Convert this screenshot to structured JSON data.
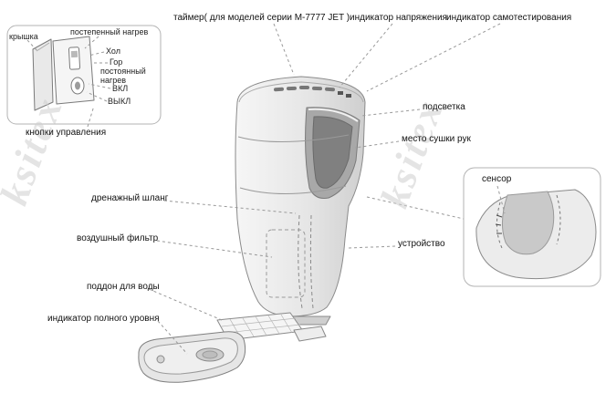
{
  "watermark": "ksitex",
  "labels": {
    "timer": "таймер( для моделей серии M-7777 JET )",
    "voltage": "индикатор напряжения",
    "self_test": "индикатор самотестирования",
    "backlight": "подсветка",
    "drying_area": "место сушки рук",
    "sensor": "сенсор",
    "device": "устройство",
    "drain_hose": "дренажный шланг",
    "air_filter": "воздушный фильтр",
    "water_tray": "поддон для воды",
    "full_level": "индикатор полного уровня",
    "control_buttons": "кнопки управления",
    "cover": "крышка",
    "gradual_heat": "постепенный нагрев",
    "cold": "Хол",
    "hot": "Гор",
    "constant_heat": "постоянный нагрев",
    "on": "ВКЛ",
    "off": "ВЫКЛ"
  },
  "colors": {
    "body_light": "#f6f6f6",
    "body_dark": "#cfcfcf",
    "cavity": "#808080",
    "leader": "#999999",
    "watermark": "#cfcfcf"
  }
}
